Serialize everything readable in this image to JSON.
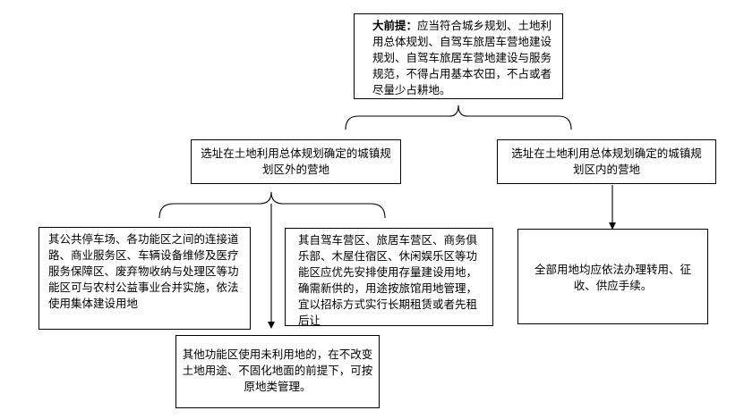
{
  "premise": {
    "title": "大前提：",
    "text": "应当符合城乡规划、土地利用总体规划、自驾车旅居车营地建设规划、自驾车旅居车营地建设与服务规范，不得占用基本农田，不占或者尽量少占耕地。"
  },
  "outside_box": {
    "text": "选址在土地利用总体规划确定的城镇规划区外的营地"
  },
  "inside_box": {
    "text": "选址在土地利用总体规划确定的城镇规划区内的营地"
  },
  "outside_children": {
    "collective": {
      "text": "其公共停车场、各功能区之间的连接道路、商业服务区、车辆设备维修及医疗服务保障区、废弃物收纳与处理区等功能区可与农村公益事业合并实施，依法使用集体建设用地"
    },
    "stock": {
      "text": "其自驾车营区、旅居车营区、商务俱乐部、木屋住宿区、休闲娱乐区等功能区应优先安排使用存量建设用地，确需新供的，用途按旅馆用地管理，宜以招标方式实行长期租赁或者先租后让"
    },
    "unused": {
      "text": "其他功能区使用未利用地的，在不改变土地用途、不固化地面的前提下，可按原地类管理。"
    }
  },
  "inside_child": {
    "text": "全部用地均应依法办理转用、征收、供应手续。"
  }
}
